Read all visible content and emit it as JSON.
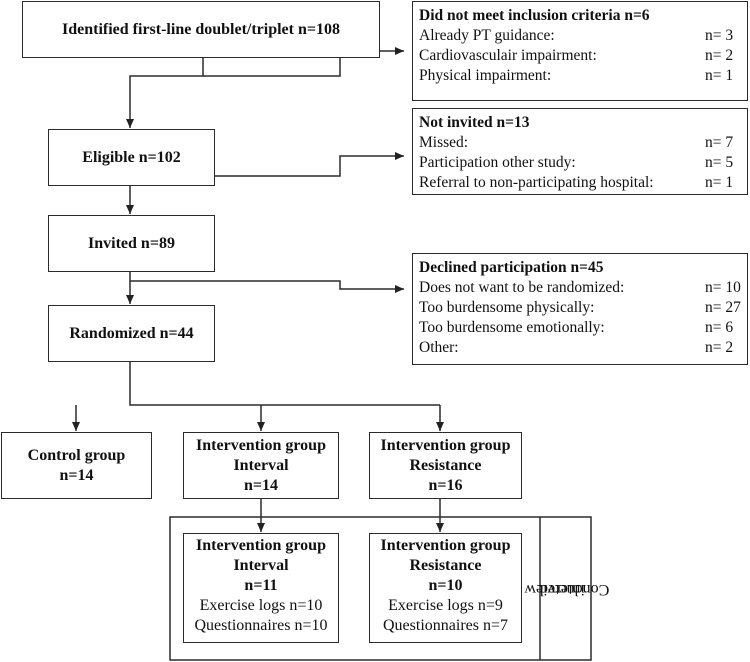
{
  "main": {
    "identified": "Identified first-line doublet/triplet n=108",
    "eligible": "Eligible n=102",
    "invited": "Invited n=89",
    "randomized": "Randomized n=44"
  },
  "exclusions": {
    "inclusion": {
      "heading": "Did not meet inclusion criteria n=6",
      "rows": [
        {
          "label": "Already PT guidance:",
          "n": "n= 3"
        },
        {
          "label": "Cardiovasculair impairment:",
          "n": "n= 2"
        },
        {
          "label": "Physical impairment:",
          "n": "n= 1"
        }
      ]
    },
    "not_invited": {
      "heading": "Not invited n=13",
      "rows": [
        {
          "label": "Missed:",
          "n": "n= 7"
        },
        {
          "label": "Participation other study:",
          "n": "n= 5"
        },
        {
          "label": "Referral to non-participating hospital:",
          "n": "n= 1"
        }
      ]
    },
    "declined": {
      "heading": "Declined participation n=45",
      "rows": [
        {
          "label": "Does not want to be randomized:",
          "n": "n= 10"
        },
        {
          "label": "Too burdensome physically:",
          "n": "n= 27"
        },
        {
          "label": "Too burdensome emotionally:",
          "n": "n= 6"
        },
        {
          "label": "Other:",
          "n": "n= 2"
        }
      ]
    }
  },
  "groups": {
    "control": {
      "line1": "Control group",
      "line2": "n=14"
    },
    "interval": {
      "line1": "Intervention group",
      "line2": "Interval",
      "line3": "n=14"
    },
    "resistance": {
      "line1": "Intervention group",
      "line2": "Resistance",
      "line3": "n=16"
    }
  },
  "followup": {
    "interval": {
      "line1": "Intervention group",
      "line2": "Interval",
      "line3": "n=11",
      "logs": "Exercise logs n=10",
      "questionnaires": "Questionnaires n=10"
    },
    "resistance": {
      "line1": "Intervention group",
      "line2": "Resistance",
      "line3": "n=10",
      "logs": "Exercise logs n=9",
      "questionnaires": "Questionnaires n=7"
    },
    "interview_label_1": "Conducted",
    "interview_label_2": "interview"
  }
}
